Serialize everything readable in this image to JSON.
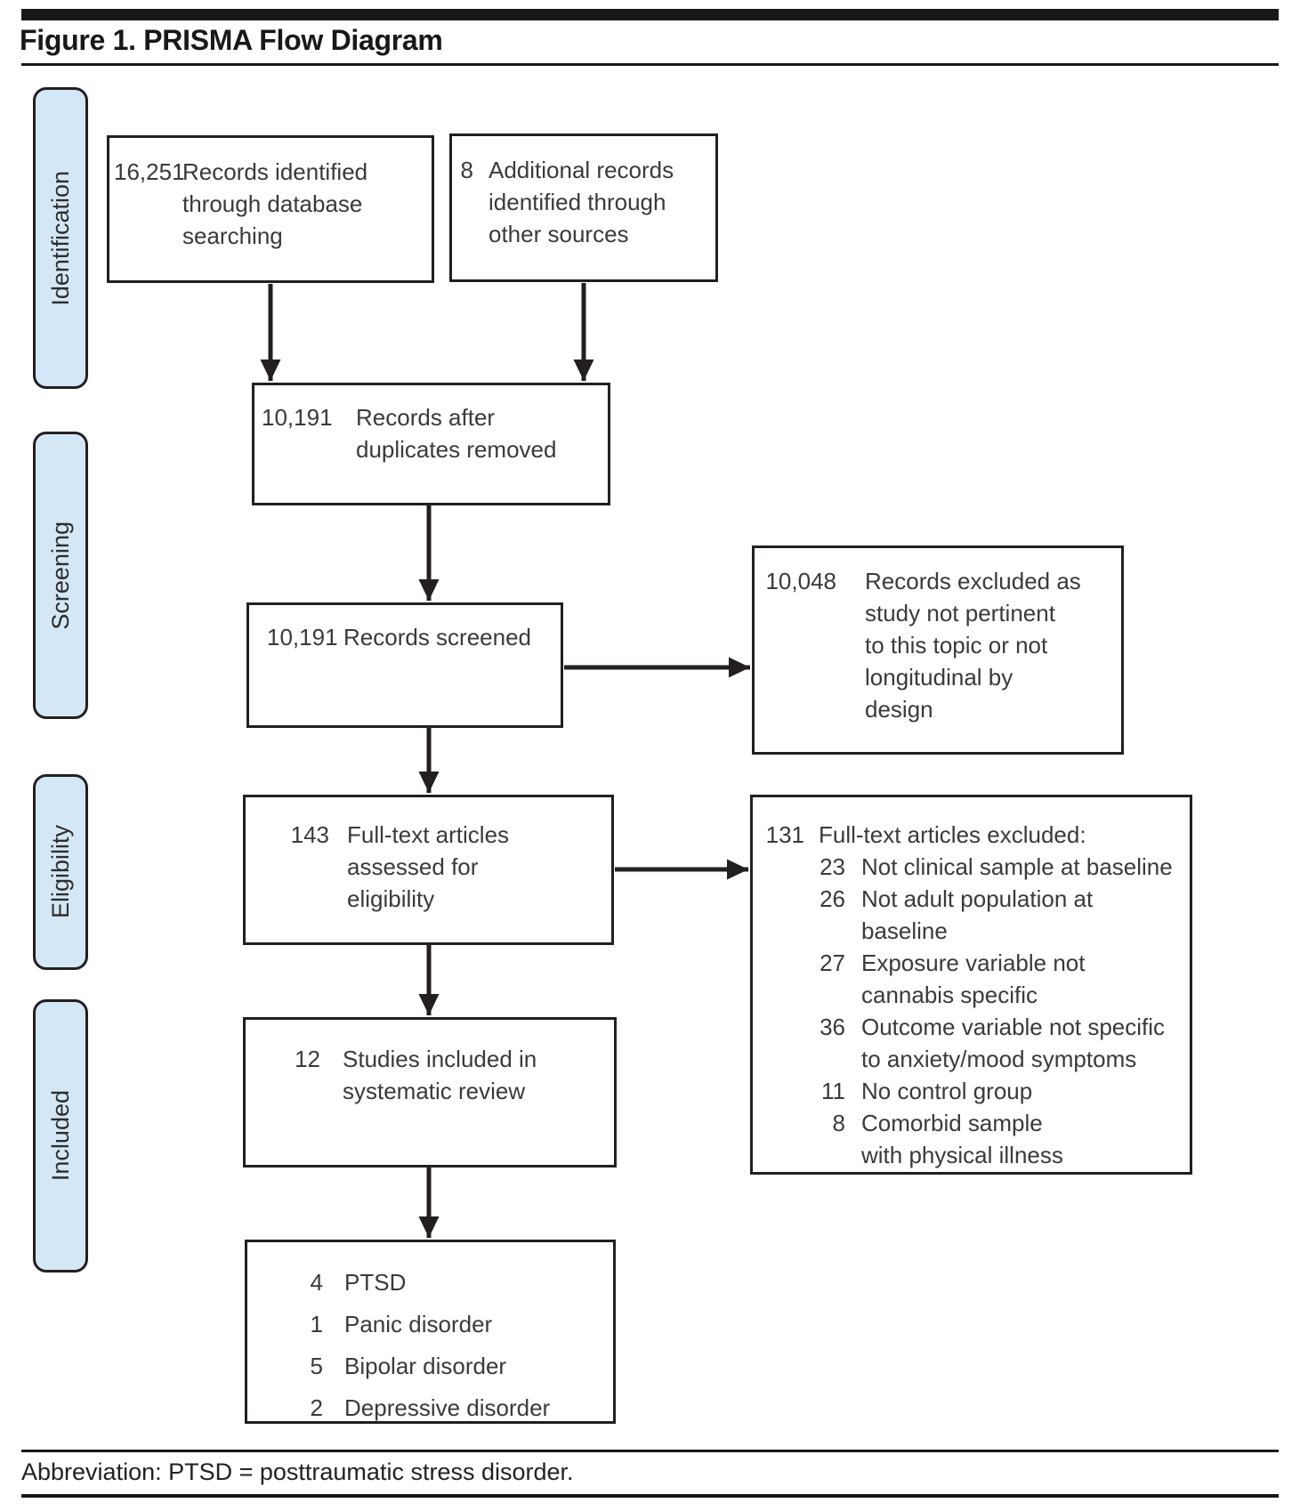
{
  "title": "Figure 1. PRISMA Flow Diagram",
  "footer": "Abbreviation: PTSD = posttraumatic stress disorder.",
  "colors": {
    "stage_fill": "#d4e7f6",
    "border": "#231f20",
    "text": "#3a3a3a"
  },
  "stages": [
    {
      "label": "Identification"
    },
    {
      "label": "Screening"
    },
    {
      "label": "Eligibility"
    },
    {
      "label": "Included"
    }
  ],
  "boxes": {
    "identified": {
      "number": "16,251",
      "text": "Records identified\nthrough database\nsearching"
    },
    "additional": {
      "number": "8",
      "text": "Additional records\nidentified through\nother sources"
    },
    "duplicates": {
      "number": "10,191",
      "text": "Records after\nduplicates removed"
    },
    "screened": {
      "number": "10,191",
      "text": "Records screened"
    },
    "excluded_screening": {
      "number": "10,048",
      "text": "Records excluded as\nstudy not pertinent\nto this topic or not\nlongitudinal by\ndesign"
    },
    "fulltext": {
      "number": "143",
      "text": "Full-text articles\nassessed for\neligibility"
    },
    "excluded_fulltext": {
      "number": "131",
      "text": "Full-text articles excluded:",
      "reasons": [
        {
          "number": "23",
          "text": "Not clinical sample at baseline"
        },
        {
          "number": "26",
          "text": "Not adult population at baseline"
        },
        {
          "number": "27",
          "text": "Exposure variable not\ncannabis specific"
        },
        {
          "number": "36",
          "text": "Outcome variable not specific\nto anxiety/mood symptoms"
        },
        {
          "number": "11",
          "text": "No control group"
        },
        {
          "number": "8",
          "text": "Comorbid sample\nwith physical illness"
        }
      ]
    },
    "included_review": {
      "number": "12",
      "text": "Studies included in\nsystematic review"
    },
    "breakdown": {
      "items": [
        {
          "number": "4",
          "text": "PTSD"
        },
        {
          "number": "1",
          "text": "Panic disorder"
        },
        {
          "number": "5",
          "text": "Bipolar disorder"
        },
        {
          "number": "2",
          "text": "Depressive disorder"
        }
      ]
    }
  }
}
